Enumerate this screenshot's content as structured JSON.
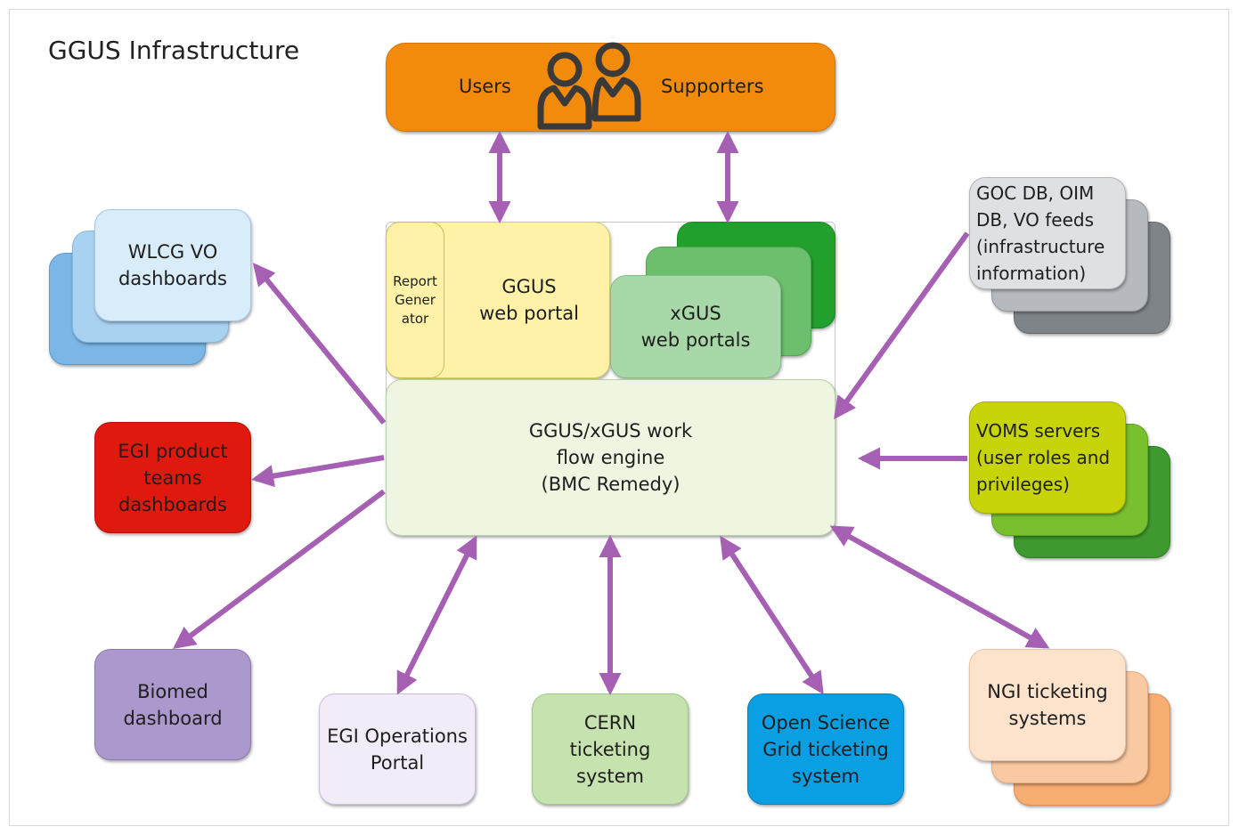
{
  "title": "GGUS Infrastructure",
  "top": {
    "users_label": "Users",
    "supporters_label": "Supporters",
    "icon": "people-icon"
  },
  "portal": {
    "report_label": "Report\nGener\nator",
    "ggus_label": "GGUS\nweb portal",
    "xgus_label": "xGUS\nweb portals"
  },
  "engine_label": "GGUS/xGUS work\nflow engine\n(BMC Remedy)",
  "left": {
    "wlcg_label": "WLCG VO\ndashboards",
    "egi_product_label": "EGI product\nteams\ndashboards",
    "biomed_label": "Biomed\ndashboard"
  },
  "bottom": {
    "egi_ops_label": "EGI Operations\nPortal",
    "cern_label": "CERN\nticketing\nsystem",
    "osg_label": "Open Science\nGrid ticketing\nsystem"
  },
  "right": {
    "gocdb_label": "GOC DB, OIM\nDB, VO feeds\n(infrastructure\ninformation)",
    "voms_label": "VOMS servers\n(user roles and\nprivileges)",
    "ngi_label": "NGI ticketing\nsystems"
  },
  "colors": {
    "arrow": "#a660b3",
    "orange": "#f28a0c",
    "green": "#3aa63a",
    "red": "#e0190f"
  }
}
